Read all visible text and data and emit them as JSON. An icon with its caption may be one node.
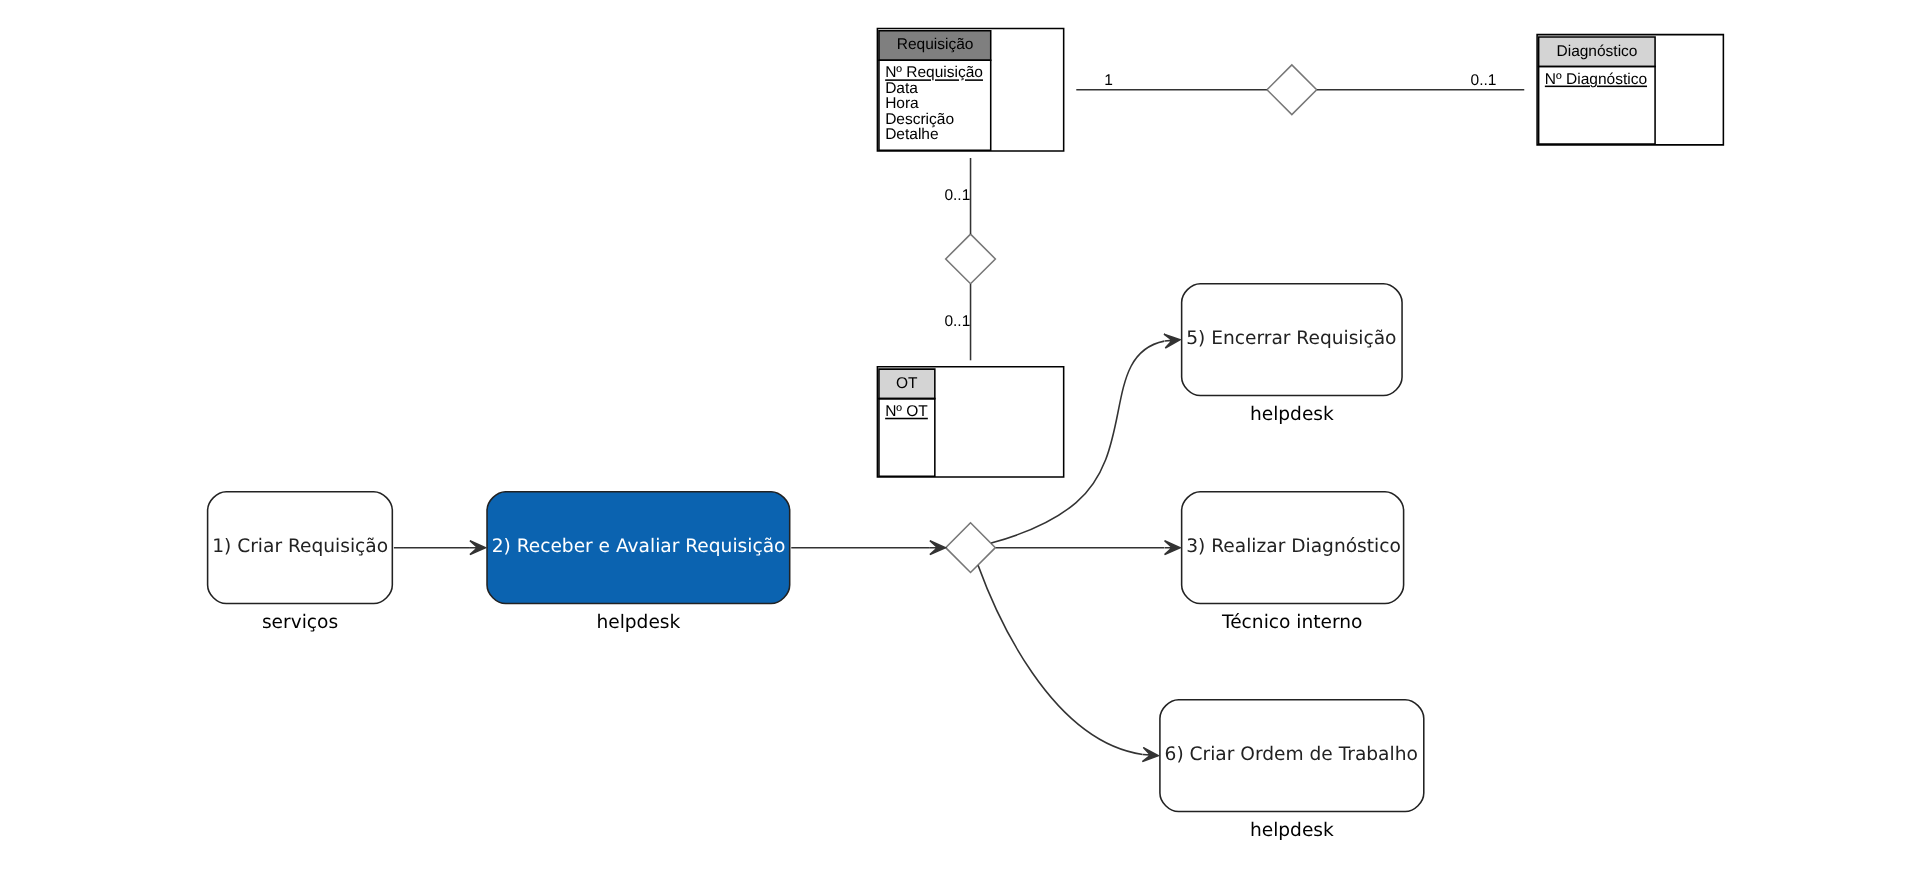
{
  "diagram": {
    "nodes": [
      {
        "text": [
          "1) Criar Requisição"
        ],
        "beside": [
          "serviços"
        ]
      },
      {
        "text": [
          "2) Receber e Avaliar Requisição"
        ],
        "beside": [
          "helpdesk"
        ]
      },
      {
        "text": [],
        "shape": "diamond"
      },
      {
        "text": [
          "5) Encerrar Requisição"
        ],
        "beside": [
          "helpdesk"
        ]
      },
      {
        "text": [
          "3) Realizar Diagnóstico"
        ],
        "beside": [
          "Técnico interno"
        ]
      },
      {
        "text": [
          "6) Criar Ordem de Trabalho"
        ],
        "beside": [
          "helpdesk"
        ]
      },
      {
        "text": [
          "Requisição",
          "Nº Requisição",
          "Data",
          "Hora",
          "Descrição",
          "Detalhe"
        ]
      },
      {
        "text": [],
        "shape": "diamond"
      },
      {
        "text": [
          "Diagnóstico",
          "Nº Diagnóstico"
        ]
      },
      {
        "text": [],
        "shape": "diamond"
      },
      {
        "text": [
          "OT",
          "Nº OT"
        ]
      }
    ],
    "edges": [
      {
        "from": 0,
        "to": 1,
        "arrow": "to"
      },
      {
        "from": 1,
        "to": 2,
        "arrow": "to"
      },
      {
        "from": 2,
        "to": 3,
        "arrow": "to"
      },
      {
        "from": 2,
        "to": 4,
        "arrow": "to"
      },
      {
        "from": 2,
        "to": 5,
        "arrow": "to"
      },
      {
        "from": 6,
        "to": 7,
        "arrow": "none",
        "label": "1"
      },
      {
        "from": 7,
        "to": 8,
        "arrow": "none",
        "label": "0..1"
      },
      {
        "from": 6,
        "to": 9,
        "arrow": "none",
        "label": "0..1"
      },
      {
        "from": 9,
        "to": 10,
        "arrow": "none",
        "label": "0..1"
      }
    ]
  }
}
